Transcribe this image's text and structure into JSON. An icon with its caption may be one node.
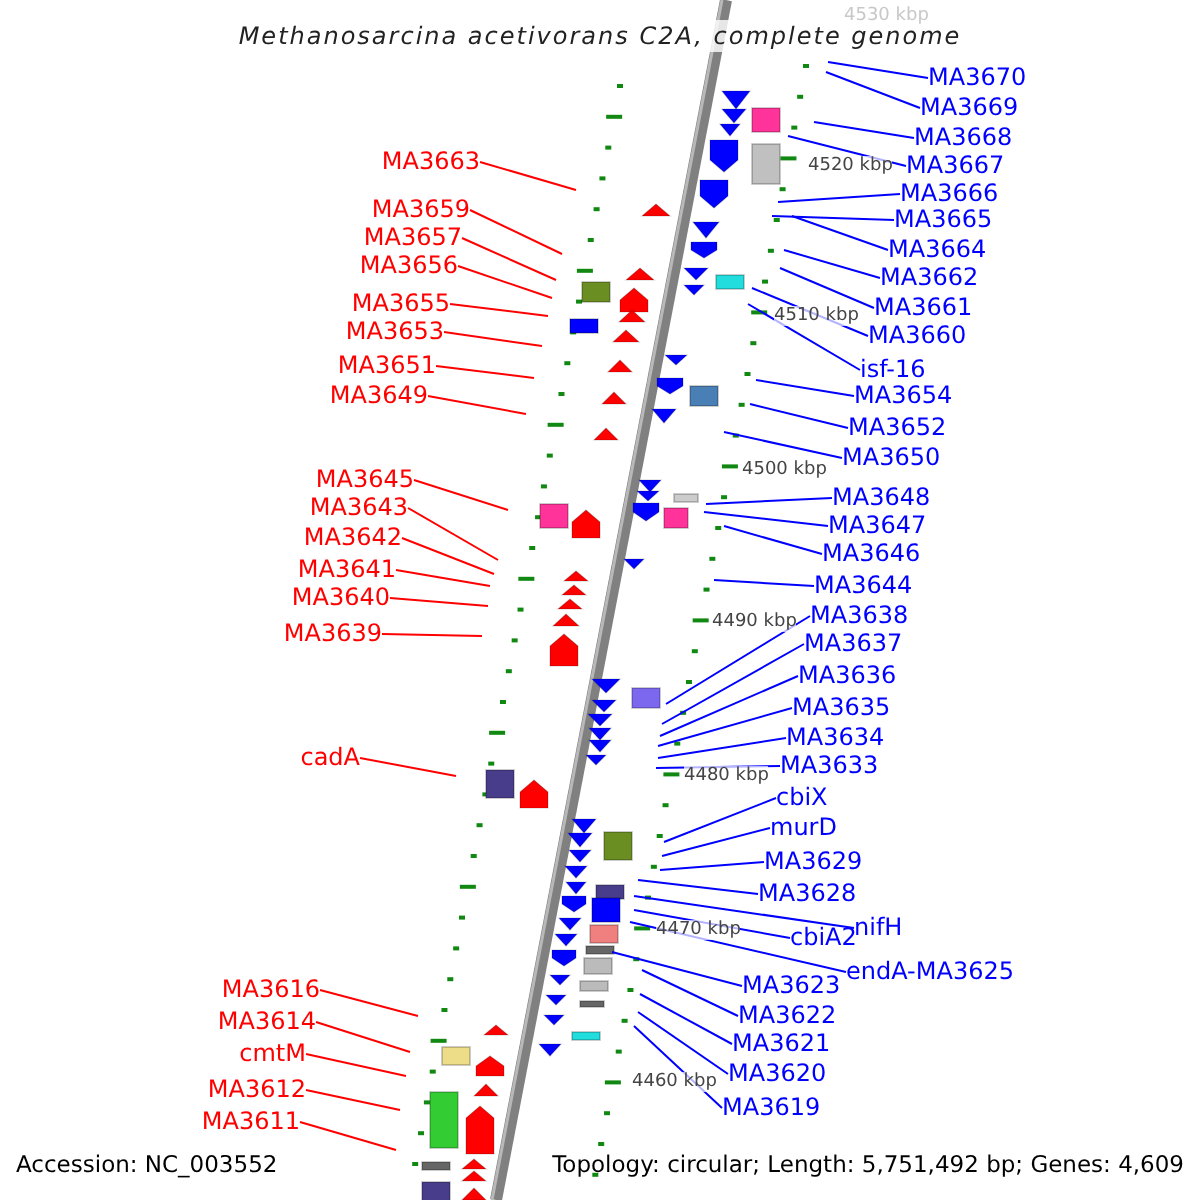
{
  "diagram": {
    "title": "Methanosarcina acetivorans C2A, complete genome",
    "nodes": [
      {
        "text": [
          "MA3663"
        ]
      },
      {
        "text": [
          "MA3659"
        ]
      },
      {
        "text": [
          "MA3657"
        ]
      },
      {
        "text": [
          "MA3656"
        ]
      },
      {
        "text": [
          "MA3655"
        ]
      },
      {
        "text": [
          "MA3653"
        ]
      },
      {
        "text": [
          "MA3651"
        ]
      },
      {
        "text": [
          "MA3649"
        ]
      },
      {
        "text": [
          "MA3645"
        ]
      },
      {
        "text": [
          "MA3643"
        ]
      },
      {
        "text": [
          "MA3642"
        ]
      },
      {
        "text": [
          "MA3641"
        ]
      },
      {
        "text": [
          "MA3640"
        ]
      },
      {
        "text": [
          "MA3639"
        ]
      },
      {
        "text": [
          "cadA"
        ]
      },
      {
        "text": [
          "MA3616"
        ]
      },
      {
        "text": [
          "MA3614"
        ]
      },
      {
        "text": [
          "cmtM"
        ]
      },
      {
        "text": [
          "MA3612"
        ]
      },
      {
        "text": [
          "MA3611"
        ]
      },
      {
        "text": [
          "MA3670"
        ]
      },
      {
        "text": [
          "MA3669"
        ]
      },
      {
        "text": [
          "MA3668"
        ]
      },
      {
        "text": [
          "MA3667"
        ]
      },
      {
        "text": [
          "MA3666"
        ]
      },
      {
        "text": [
          "MA3665"
        ]
      },
      {
        "text": [
          "MA3664"
        ]
      },
      {
        "text": [
          "MA3662"
        ]
      },
      {
        "text": [
          "MA3661"
        ]
      },
      {
        "text": [
          "MA3660"
        ]
      },
      {
        "text": [
          "isf-16"
        ]
      },
      {
        "text": [
          "MA3654"
        ]
      },
      {
        "text": [
          "MA3652"
        ]
      },
      {
        "text": [
          "MA3650"
        ]
      },
      {
        "text": [
          "MA3648"
        ]
      },
      {
        "text": [
          "MA3647"
        ]
      },
      {
        "text": [
          "MA3646"
        ]
      },
      {
        "text": [
          "MA3644"
        ]
      },
      {
        "text": [
          "MA3638"
        ]
      },
      {
        "text": [
          "MA3637"
        ]
      },
      {
        "text": [
          "MA3636"
        ]
      },
      {
        "text": [
          "MA3635"
        ]
      },
      {
        "text": [
          "MA3634"
        ]
      },
      {
        "text": [
          "MA3633"
        ]
      },
      {
        "text": [
          "cbiX"
        ]
      },
      {
        "text": [
          "murD"
        ]
      },
      {
        "text": [
          "MA3629"
        ]
      },
      {
        "text": [
          "MA3628"
        ]
      },
      {
        "text": [
          "nifH"
        ]
      },
      {
        "text": [
          "cbiA2"
        ]
      },
      {
        "text": [
          "endA-MA3625"
        ]
      },
      {
        "text": [
          "MA3623"
        ]
      },
      {
        "text": [
          "MA3622"
        ]
      },
      {
        "text": [
          "MA3621"
        ]
      },
      {
        "text": [
          "MA3620"
        ]
      },
      {
        "text": [
          "MA3619"
        ]
      }
    ],
    "edges": [
      {
        "from": 0,
        "to": null,
        "arrow": "none",
        "color": "#ff0000"
      },
      {
        "from": 1,
        "to": null,
        "arrow": "none",
        "color": "#ff0000"
      },
      {
        "from": 2,
        "to": null,
        "arrow": "none",
        "color": "#ff0000"
      },
      {
        "from": 3,
        "to": null,
        "arrow": "none",
        "color": "#ff0000"
      },
      {
        "from": 4,
        "to": null,
        "arrow": "none",
        "color": "#ff0000"
      },
      {
        "from": 5,
        "to": null,
        "arrow": "none",
        "color": "#ff0000"
      },
      {
        "from": 6,
        "to": null,
        "arrow": "none",
        "color": "#ff0000"
      },
      {
        "from": 7,
        "to": null,
        "arrow": "none",
        "color": "#ff0000"
      },
      {
        "from": 8,
        "to": null,
        "arrow": "none",
        "color": "#ff0000"
      },
      {
        "from": 9,
        "to": null,
        "arrow": "none",
        "color": "#ff0000"
      },
      {
        "from": 10,
        "to": null,
        "arrow": "none",
        "color": "#ff0000"
      },
      {
        "from": 11,
        "to": null,
        "arrow": "none",
        "color": "#ff0000"
      },
      {
        "from": 12,
        "to": null,
        "arrow": "none",
        "color": "#ff0000"
      },
      {
        "from": 13,
        "to": null,
        "arrow": "none",
        "color": "#ff0000"
      },
      {
        "from": 14,
        "to": null,
        "arrow": "none",
        "color": "#ff0000"
      },
      {
        "from": 15,
        "to": null,
        "arrow": "none",
        "color": "#ff0000"
      },
      {
        "from": 16,
        "to": null,
        "arrow": "none",
        "color": "#ff0000"
      },
      {
        "from": 17,
        "to": null,
        "arrow": "none",
        "color": "#ff0000"
      },
      {
        "from": 18,
        "to": null,
        "arrow": "none",
        "color": "#ff0000"
      },
      {
        "from": 19,
        "to": null,
        "arrow": "none",
        "color": "#ff0000"
      },
      {
        "from": 20,
        "to": null,
        "arrow": "none"
      },
      {
        "from": 21,
        "to": null,
        "arrow": "none"
      },
      {
        "from": 22,
        "to": null,
        "arrow": "none"
      },
      {
        "from": 23,
        "to": null,
        "arrow": "none"
      },
      {
        "from": 24,
        "to": null,
        "arrow": "none"
      },
      {
        "from": 25,
        "to": null,
        "arrow": "none"
      },
      {
        "from": 26,
        "to": null,
        "arrow": "none"
      },
      {
        "from": 27,
        "to": null,
        "arrow": "none"
      },
      {
        "from": 28,
        "to": null,
        "arrow": "none"
      },
      {
        "from": 29,
        "to": null,
        "arrow": "none"
      },
      {
        "from": 30,
        "to": null,
        "arrow": "none"
      },
      {
        "from": 31,
        "to": null,
        "arrow": "none"
      },
      {
        "from": 32,
        "to": null,
        "arrow": "none"
      },
      {
        "from": 33,
        "to": null,
        "arrow": "none"
      },
      {
        "from": 34,
        "to": null,
        "arrow": "none"
      },
      {
        "from": 35,
        "to": null,
        "arrow": "none"
      },
      {
        "from": 36,
        "to": null,
        "arrow": "none"
      },
      {
        "from": 37,
        "to": null,
        "arrow": "none"
      },
      {
        "from": 38,
        "to": null,
        "arrow": "none"
      },
      {
        "from": 39,
        "to": null,
        "arrow": "none"
      },
      {
        "from": 40,
        "to": null,
        "arrow": "none"
      },
      {
        "from": 41,
        "to": null,
        "arrow": "none"
      },
      {
        "from": 42,
        "to": null,
        "arrow": "none"
      },
      {
        "from": 43,
        "to": null,
        "arrow": "none"
      },
      {
        "from": 44,
        "to": null,
        "arrow": "none"
      },
      {
        "from": 45,
        "to": null,
        "arrow": "none"
      },
      {
        "from": 46,
        "to": null,
        "arrow": "none"
      },
      {
        "from": 47,
        "to": null,
        "arrow": "none"
      },
      {
        "from": 48,
        "to": null,
        "arrow": "none"
      },
      {
        "from": 49,
        "to": null,
        "arrow": "none"
      },
      {
        "from": 50,
        "to": null,
        "arrow": "none"
      },
      {
        "from": 51,
        "to": null,
        "arrow": "none"
      },
      {
        "from": 52,
        "to": null,
        "arrow": "none"
      },
      {
        "from": 53,
        "to": null,
        "arrow": "none"
      },
      {
        "from": 54,
        "to": null,
        "arrow": "none"
      },
      {
        "from": 55,
        "to": null,
        "arrow": "none"
      }
    ],
    "labels": [
      "4530 kbp",
      "4520 kbp",
      "4510 kbp",
      "4500 kbp",
      "4490 kbp",
      "4480 kbp",
      "4470 kbp",
      "4460 kbp",
      "Accession: NC_003552",
      "Topology: circular; Length: 5,751,492 bp; Genes: 4,609"
    ]
  }
}
